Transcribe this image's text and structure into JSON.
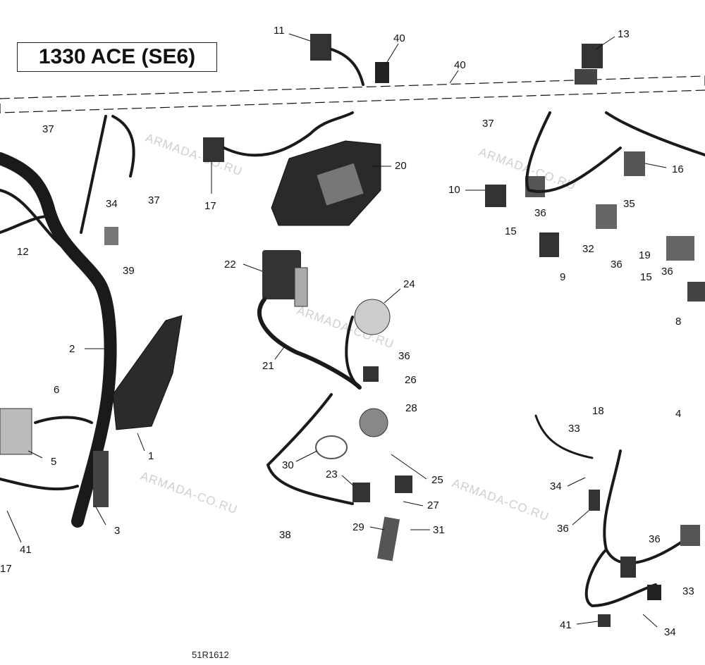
{
  "title": "1330 ACE (SE6)",
  "footer_code": "51R1612",
  "watermark": "ARMADA-CO.RU",
  "callouts": [
    "11",
    "40",
    "40",
    "13",
    "37",
    "20",
    "37",
    "10",
    "16",
    "17",
    "37",
    "34",
    "35",
    "12",
    "39",
    "36",
    "32",
    "15",
    "19",
    "36",
    "36",
    "22",
    "9",
    "15",
    "24",
    "8",
    "2",
    "21",
    "36",
    "6",
    "26",
    "28",
    "18",
    "4",
    "33",
    "5",
    "1",
    "30",
    "25",
    "23",
    "34",
    "27",
    "29",
    "31",
    "36",
    "36",
    "3",
    "38",
    "41",
    "33",
    "41",
    "34",
    "17"
  ]
}
